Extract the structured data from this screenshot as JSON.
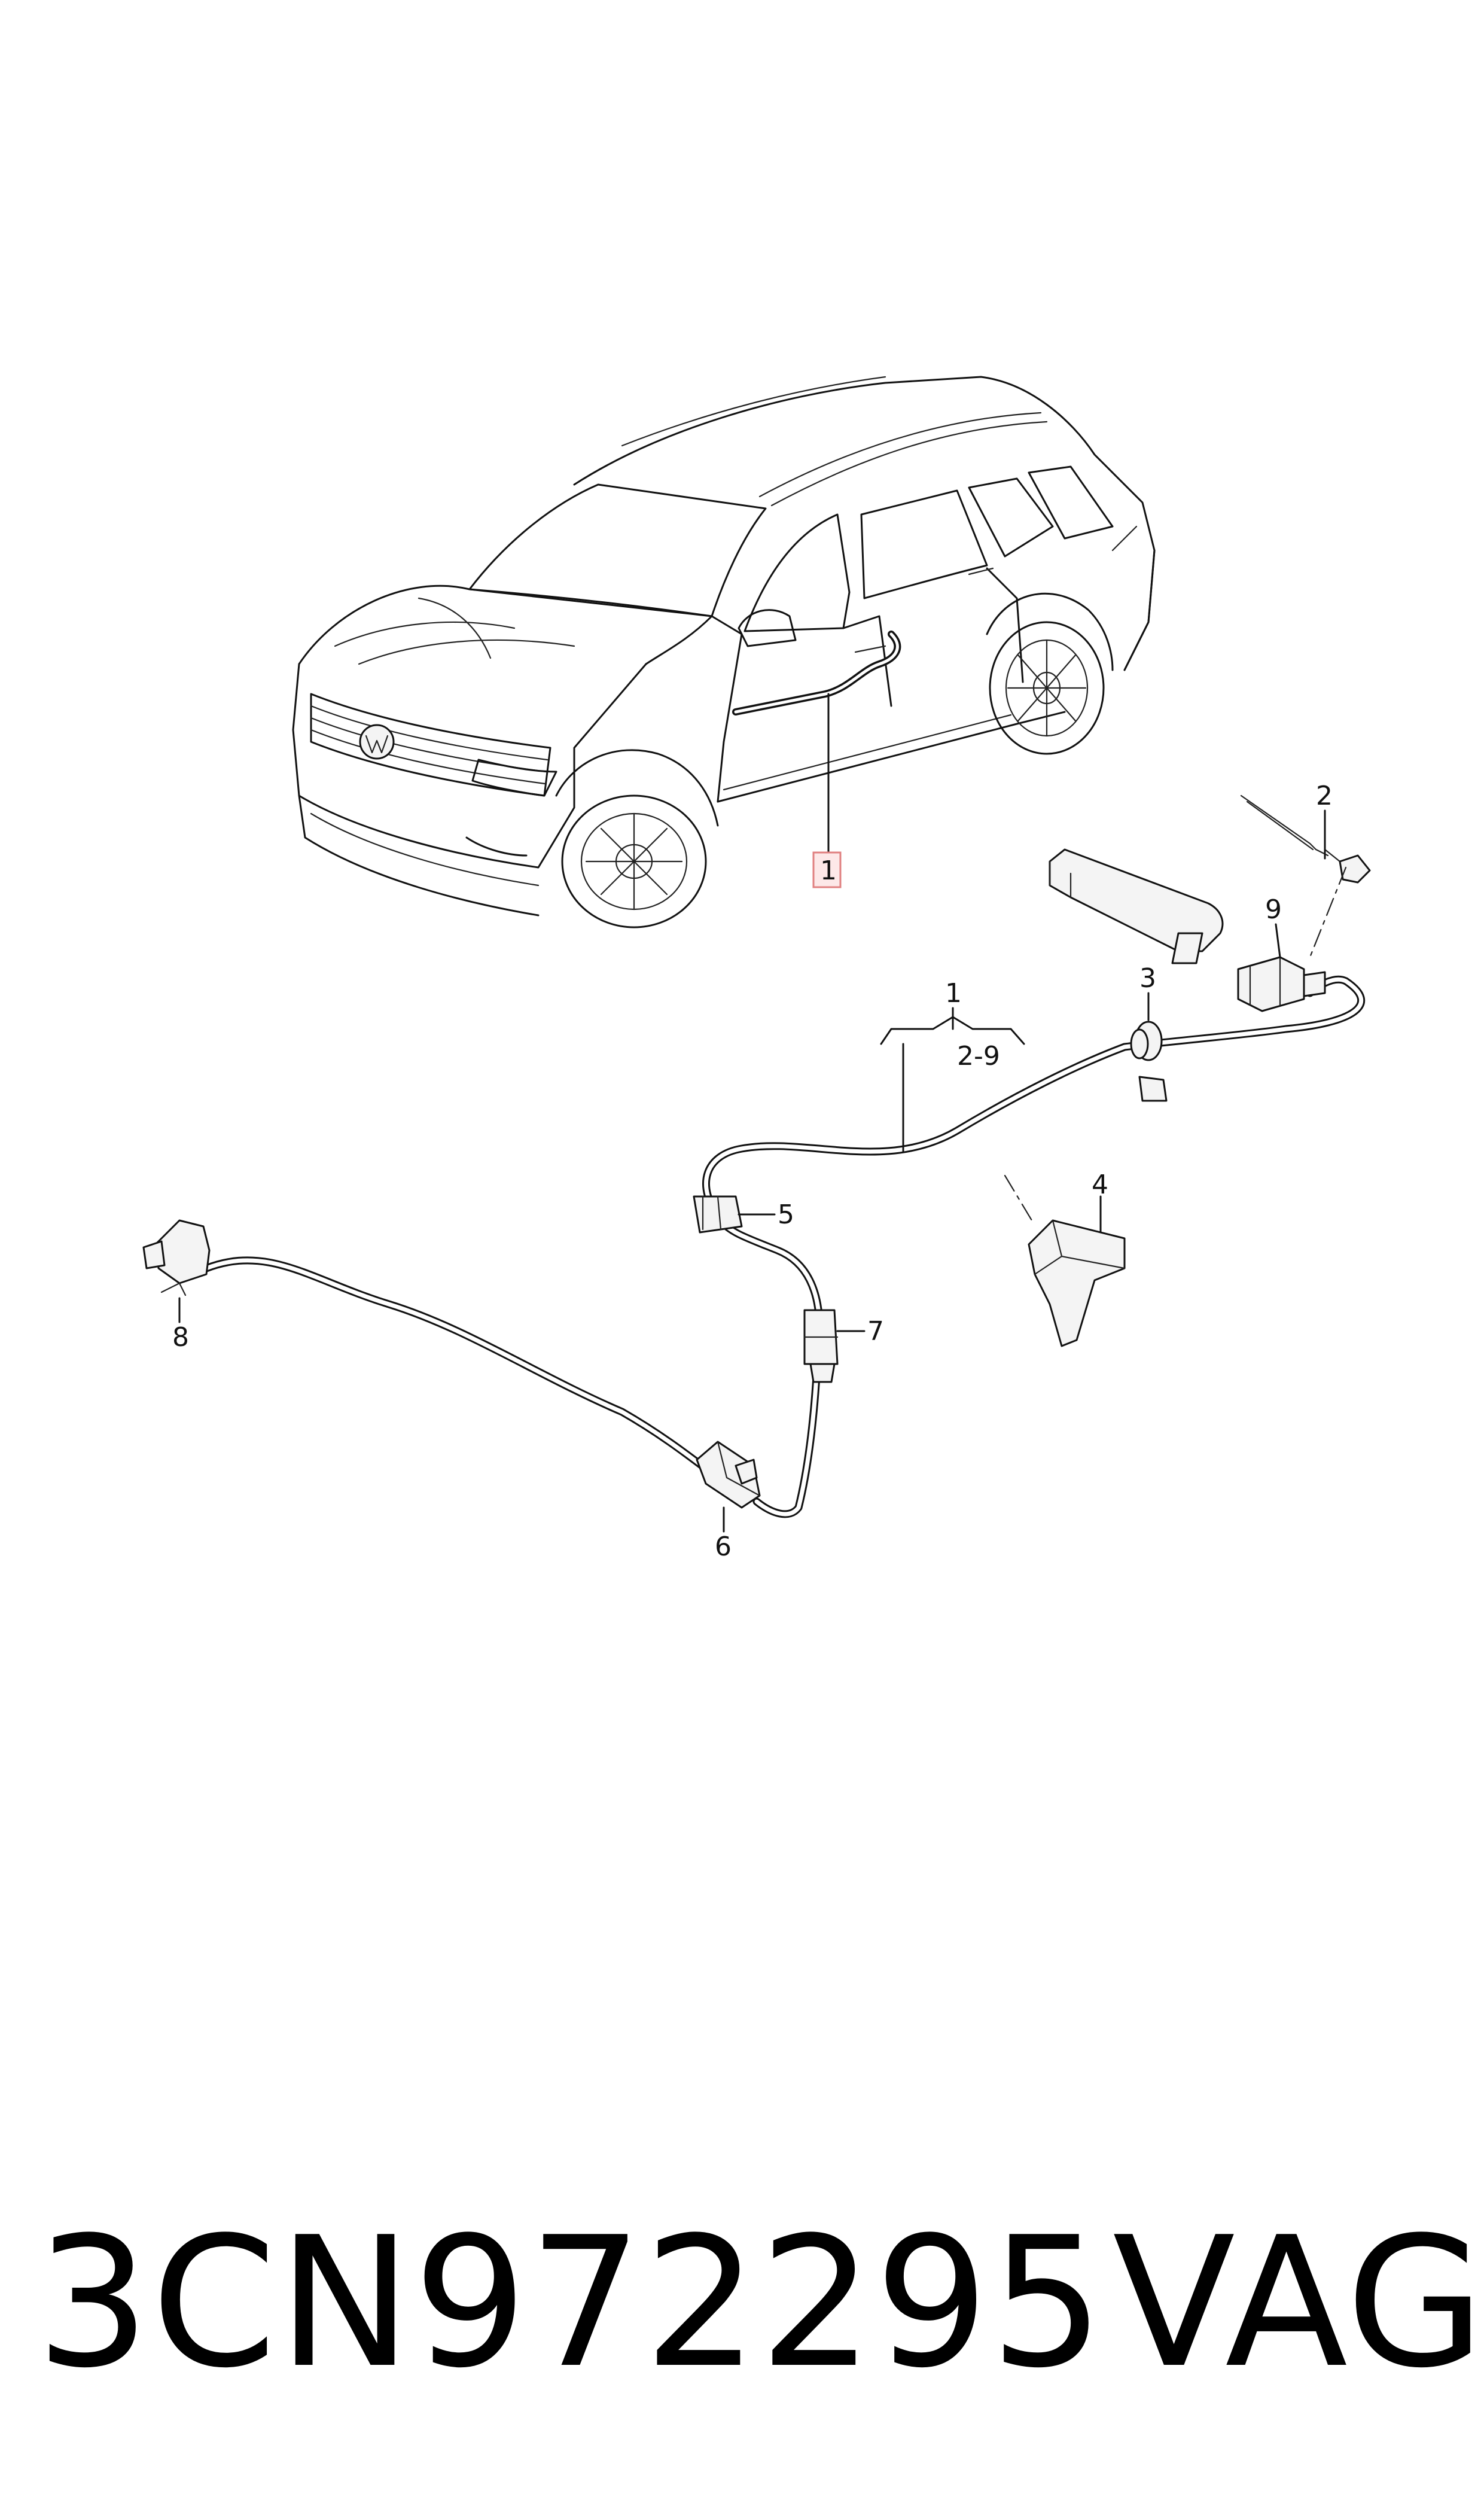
{
  "diagram": {
    "callouts": {
      "vehicle_pointer": "1",
      "harness": "1",
      "harness_range": "2-9",
      "c2": "2",
      "c3": "3",
      "c4": "4",
      "c5": "5",
      "c6": "6",
      "c7": "7",
      "c8": "8",
      "c9": "9"
    },
    "colors": {
      "line": "#111111",
      "highlight_box": "#e08080",
      "background": "#ffffff"
    }
  },
  "footer": {
    "part_number": "3CN972295",
    "brand": "VAG"
  }
}
